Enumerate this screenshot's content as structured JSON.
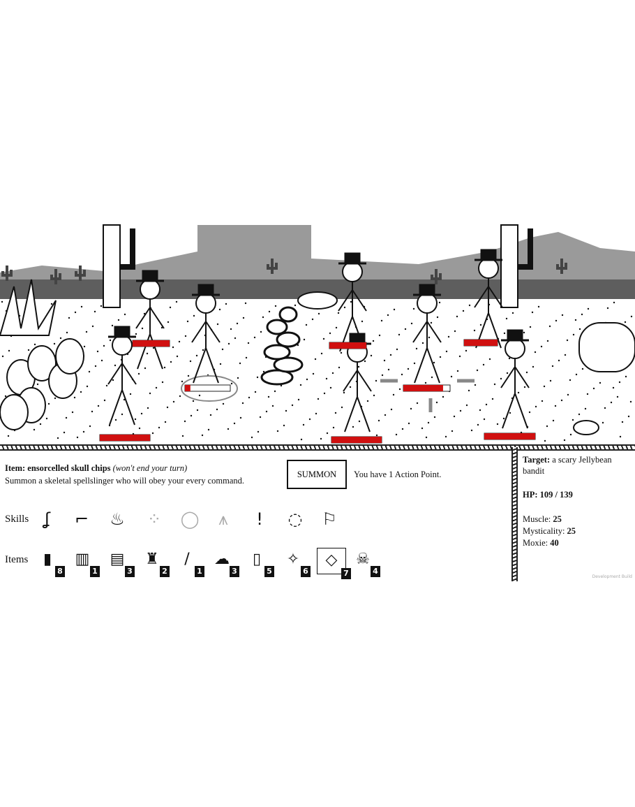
{
  "item_info": {
    "prefix": "Item:",
    "name": "ensorcelled skull chips",
    "note": "(won't end your turn)",
    "description": "Summon a skeletal spellslinger who will obey your every command."
  },
  "summon_button": "SUMMON",
  "action_points_text": "You have 1 Action Point.",
  "skills_label": "Skills",
  "skills": [
    {
      "icon": "smoke-wisp-icon",
      "enabled": true
    },
    {
      "icon": "revolver-icon",
      "enabled": true
    },
    {
      "icon": "flaming-bean-icon",
      "enabled": true
    },
    {
      "icon": "bean-circle-icon",
      "enabled": false
    },
    {
      "icon": "angry-bean-icon",
      "enabled": false
    },
    {
      "icon": "bean-pile-icon",
      "enabled": false
    },
    {
      "icon": "exclamation-bean-icon",
      "enabled": true
    },
    {
      "icon": "pocket-watch-icon",
      "enabled": true
    },
    {
      "icon": "white-flag-icon",
      "enabled": true
    }
  ],
  "items_label": "Items",
  "items": [
    {
      "icon": "dynamite-icon",
      "count": "8"
    },
    {
      "icon": "jar-icon",
      "count": "1"
    },
    {
      "icon": "can-icon",
      "count": "3"
    },
    {
      "icon": "bottle-icon",
      "count": "2"
    },
    {
      "icon": "match-icon",
      "count": "1"
    },
    {
      "icon": "cloud-icon",
      "count": "3"
    },
    {
      "icon": "tube-icon",
      "count": "5"
    },
    {
      "icon": "skull-chips-bag-icon",
      "count": "6"
    },
    {
      "icon": "skull-chips-icon",
      "count": "7",
      "selected": true
    },
    {
      "icon": "skull-bag-icon",
      "count": "4"
    }
  ],
  "target": {
    "label": "Target:",
    "name": "a scary Jellybean bandit",
    "hp_label": "HP:",
    "hp": "109 / 139",
    "stats": [
      {
        "label": "Muscle:",
        "value": "25"
      },
      {
        "label": "Mysticality:",
        "value": "25"
      },
      {
        "label": "Moxie:",
        "value": "40"
      }
    ]
  },
  "health_bars": [
    1.0,
    0.12,
    1.0,
    0.85,
    1.0,
    1.0,
    1.0,
    1.0
  ],
  "dev_build": "Development Build",
  "colors": {
    "hp": "#d01010",
    "mountain": "#9a9a9a",
    "band": "#5e5e5e"
  }
}
